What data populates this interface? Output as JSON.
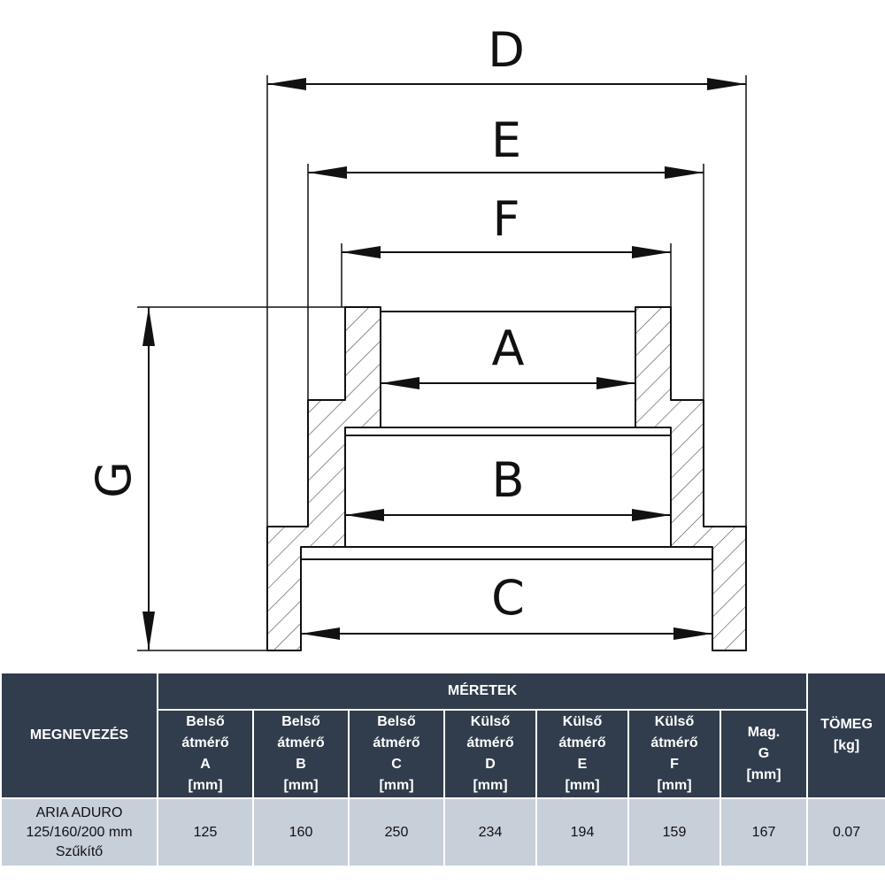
{
  "drawing": {
    "labels": {
      "D": "D",
      "E": "E",
      "F": "F",
      "A": "A",
      "B": "B",
      "C": "C",
      "G": "G"
    },
    "line_color": "#111111",
    "hatch_color": "#555555"
  },
  "table": {
    "header_bg": "#313d4d",
    "cell_bg": "#c7cfd9",
    "name_header": "MEGNEVEZÉS",
    "group_header": "MÉRETEK",
    "weight_header_line1": "TÖMEG",
    "weight_header_line2": "[kg]",
    "columns": [
      {
        "line1": "Belső",
        "line2": "átmérő",
        "line3": "A",
        "line4": "[mm]"
      },
      {
        "line1": "Belső",
        "line2": "átmérő",
        "line3": "B",
        "line4": "[mm]"
      },
      {
        "line1": "Belső",
        "line2": "átmérő",
        "line3": "C",
        "line4": "[mm]"
      },
      {
        "line1": "Külső",
        "line2": "átmérő",
        "line3": "D",
        "line4": "[mm]"
      },
      {
        "line1": "Külső",
        "line2": "átmérő",
        "line3": "E",
        "line4": "[mm]"
      },
      {
        "line1": "Külső",
        "line2": "átmérő",
        "line3": "F",
        "line4": "[mm]"
      },
      {
        "line1": "Mag.",
        "line2": "G",
        "line3": "[mm]"
      }
    ],
    "row": {
      "name_line1": "ARIA ADURO",
      "name_line2": "125/160/200 mm",
      "name_line3": "Szűkítő",
      "values": [
        "125",
        "160",
        "250",
        "234",
        "194",
        "159",
        "167"
      ],
      "weight": "0.07"
    }
  }
}
